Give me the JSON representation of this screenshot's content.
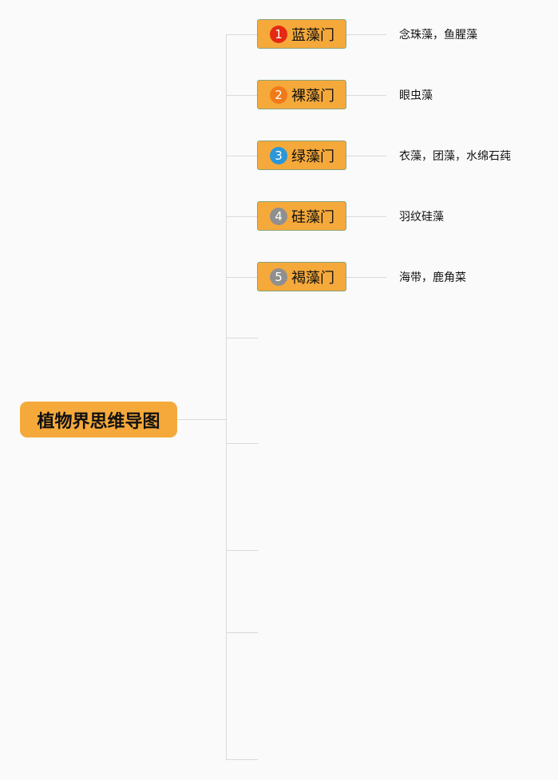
{
  "root": {
    "label": "植物界思维导图"
  },
  "branches": [
    {
      "number": "1",
      "label": "蓝藻门",
      "badge_color": "#e52a12",
      "leaf": "念珠藻，鱼腥藻"
    },
    {
      "number": "2",
      "label": "裸藻门",
      "badge_color": "#f07a1a",
      "leaf": "眼虫藻"
    },
    {
      "number": "3",
      "label": "绿藻门",
      "badge_color": "#2a97d8",
      "leaf": "衣藻，团藻，水绵石莼"
    },
    {
      "number": "4",
      "label": "硅藻门",
      "badge_color": "#8f8f8f",
      "leaf": "羽纹硅藻"
    },
    {
      "number": "5",
      "label": "褐藻门",
      "badge_color": "#8f8f8f",
      "leaf": "海带，鹿角菜"
    }
  ],
  "colors": {
    "background": "#fafafa",
    "node_fill": "#f5a93b",
    "node_border": "#8aa57a",
    "connector": "#d9d9d9"
  }
}
